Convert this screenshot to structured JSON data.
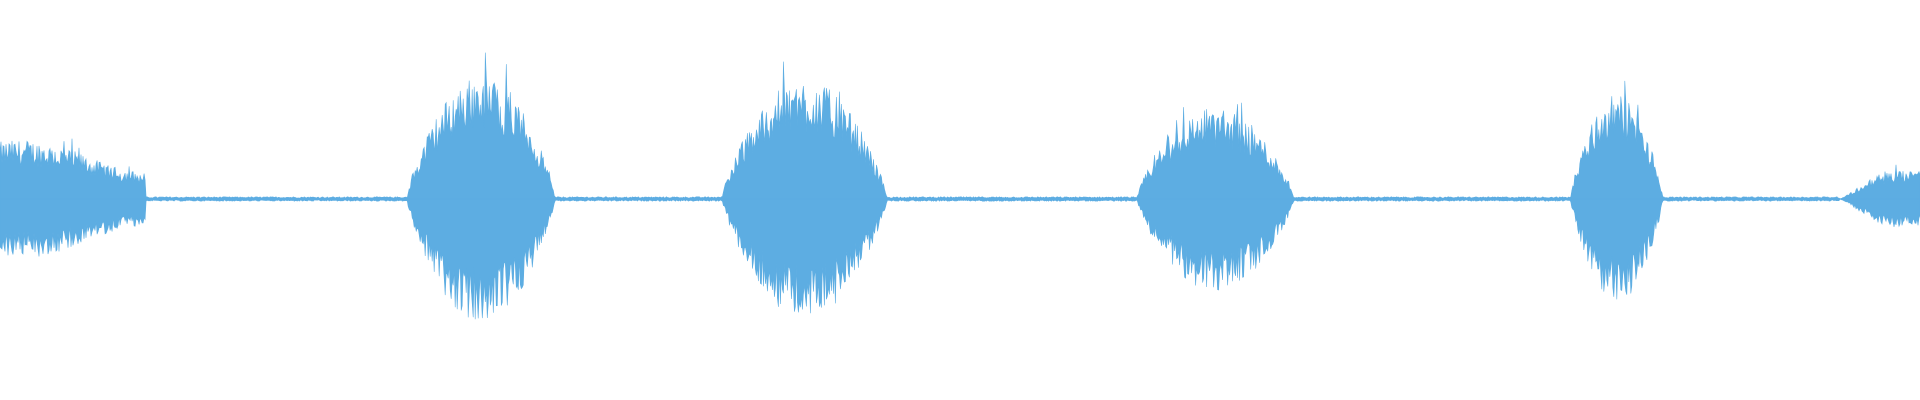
{
  "waveform": {
    "color": "#5dade2",
    "background": "#ffffff",
    "samples": 1920,
    "bursts": [
      {
        "start": 0.0,
        "end": 0.076,
        "peak": 0.19,
        "shape": "fade-out"
      },
      {
        "start": 0.212,
        "end": 0.289,
        "peak": 0.31,
        "shape": "swell"
      },
      {
        "start": 0.376,
        "end": 0.462,
        "peak": 0.3,
        "shape": "swell"
      },
      {
        "start": 0.592,
        "end": 0.674,
        "peak": 0.23,
        "shape": "swell"
      },
      {
        "start": 0.818,
        "end": 0.866,
        "peak": 0.26,
        "shape": "swell"
      },
      {
        "start": 0.958,
        "end": 1.0,
        "peak": 0.07,
        "shape": "fade-in"
      }
    ],
    "silence_level": 0.004
  }
}
